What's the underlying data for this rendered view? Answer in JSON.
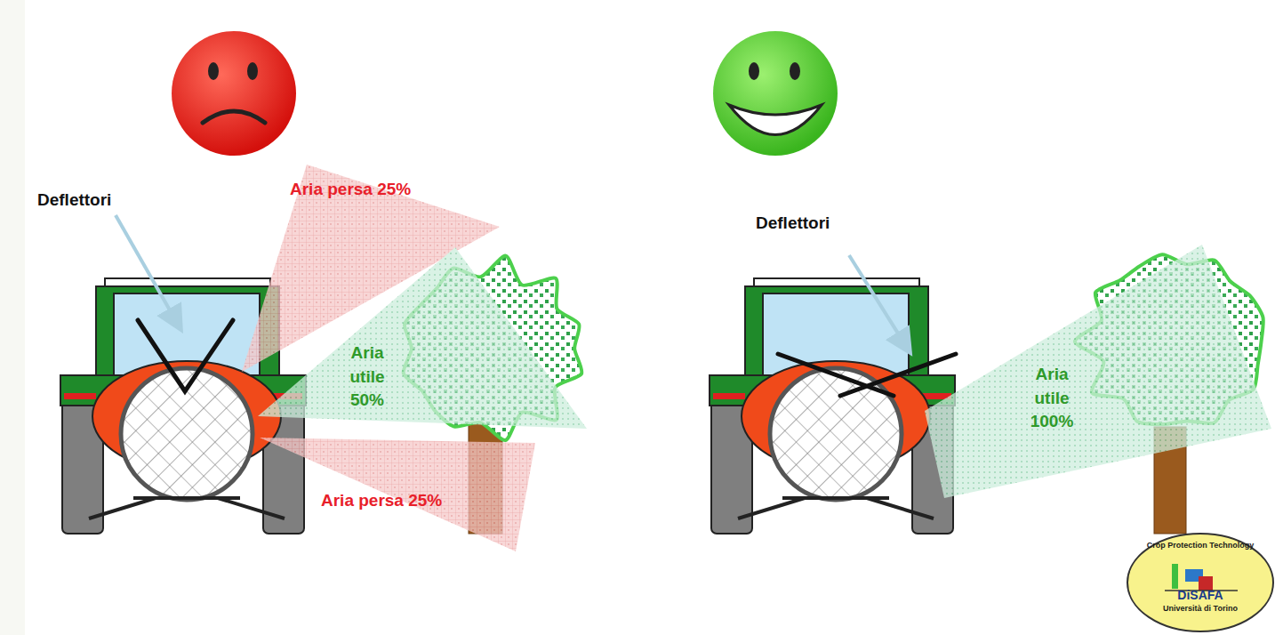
{
  "diagram": {
    "nodes": [
      {
        "text": [
          "Aria persa 25%"
        ]
      },
      {
        "text": [
          "Aria utile 50%"
        ]
      },
      {
        "text": [
          "Aria persa 25%"
        ]
      },
      {
        "text": [
          "Aria utile 100%"
        ]
      },
      {
        "text": [
          "Crop Protection Technology",
          "DiSAFA",
          "Università di Torino"
        ]
      }
    ],
    "labels": [
      "Deflettori",
      "Deflettori"
    ]
  }
}
